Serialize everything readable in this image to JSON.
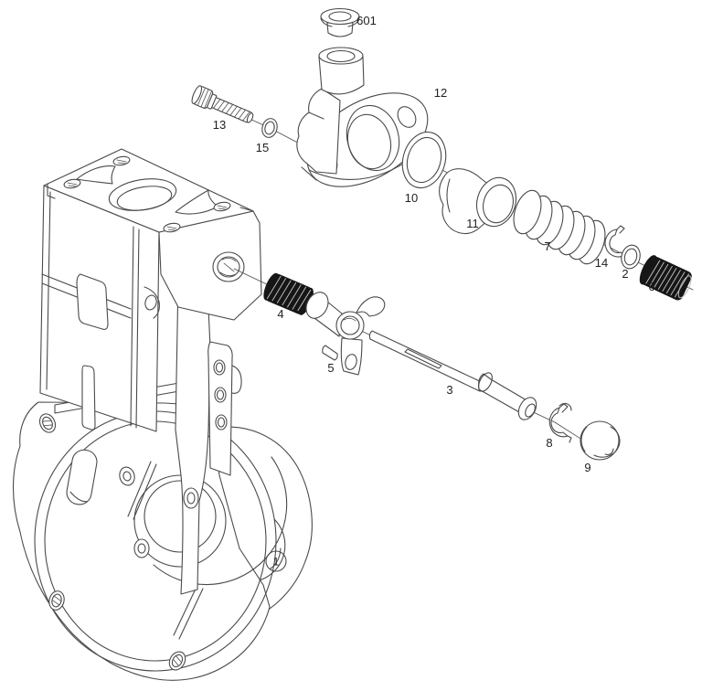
{
  "colors": {
    "background": "#ffffff",
    "line": "#4a4a4a",
    "dark_part": "#161616",
    "label_text": "#1f1f1f"
  },
  "diagram": {
    "type": "exploded-parts-diagram",
    "subject": "injection-pump-governor-housing-assembly",
    "callouts": [
      {
        "text": "601",
        "circled": false
      },
      {
        "text": "12",
        "circled": false
      },
      {
        "text": "13",
        "circled": false
      },
      {
        "text": "15",
        "circled": false
      },
      {
        "text": "10",
        "circled": false
      },
      {
        "text": "11",
        "circled": false
      },
      {
        "text": "7",
        "circled": false
      },
      {
        "text": "14",
        "circled": false
      },
      {
        "text": "2",
        "circled": false
      },
      {
        "text": "6",
        "circled": false
      },
      {
        "text": "4",
        "circled": false
      },
      {
        "text": "5",
        "circled": false
      },
      {
        "text": "3",
        "circled": false
      },
      {
        "text": "8",
        "circled": false
      },
      {
        "text": "9",
        "circled": false
      },
      {
        "text": "1",
        "circled": true
      }
    ]
  }
}
